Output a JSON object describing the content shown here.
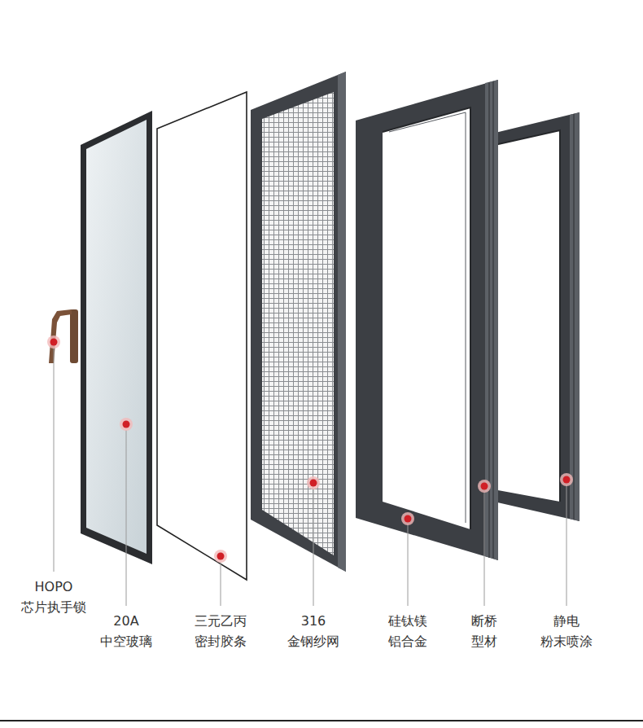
{
  "diagram": {
    "labels": [
      "HOPO 芯片执手锁",
      "20A 中空玻璃",
      "三元乙丙 密封胶条",
      "316 金钢纱网",
      "硅钛镁 铝合金",
      "断桥 型材",
      "静电 粉末喷涂"
    ]
  }
}
